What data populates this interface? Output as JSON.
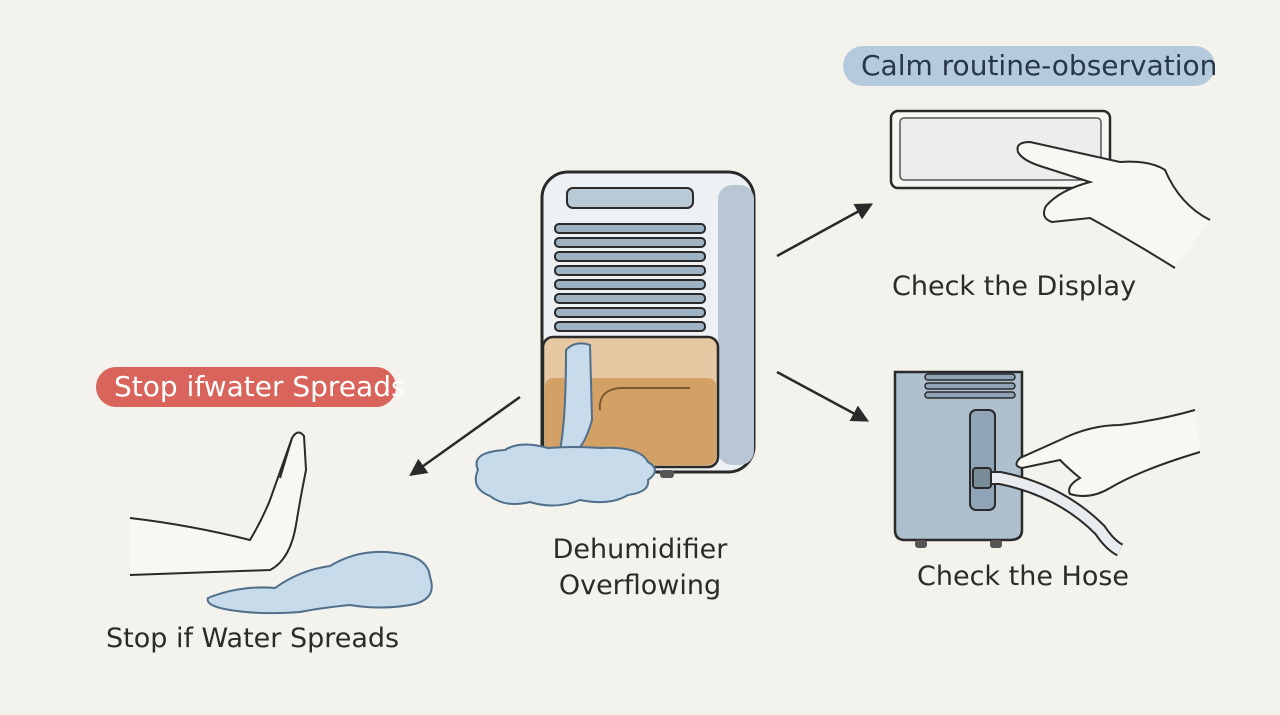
{
  "tags": {
    "calm": "Calm routine-observation",
    "stop": "Stop ifwater Spreads"
  },
  "center": {
    "line1": "Dehumidifier",
    "line2": "Overflowing"
  },
  "steps": {
    "display": "Check the Display",
    "hose": "Check the Hose",
    "stop": "Stop if Water Spreads"
  },
  "colors": {
    "calm_tag": "#b5cbdd",
    "stop_tag": "#d9645c",
    "background": "#f3f2ec",
    "water": "#c7dbea",
    "tank_water": "#d6a46a"
  }
}
